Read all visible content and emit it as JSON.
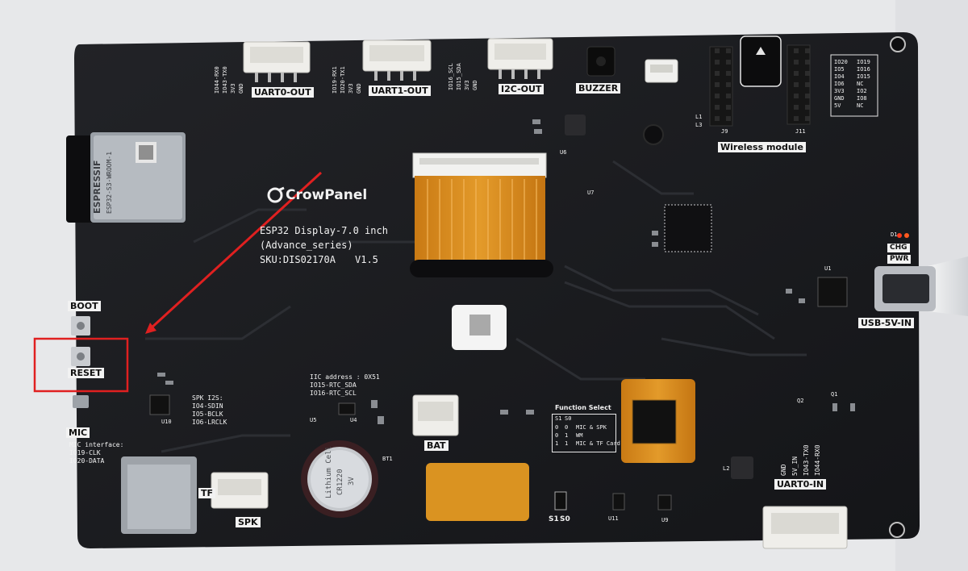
{
  "board": {
    "brand": "CrowPanel",
    "model_line": "ESP32 Display-7.0 inch",
    "series_line": "(Advance_series)",
    "sku_line": "SKU:DIS02170A",
    "version": "V1.5",
    "module_brand": "ESPRESSIF",
    "module_name": "ESP32-S3-WROOM-1"
  },
  "connectors": {
    "uart0_out": "UART0-OUT",
    "uart1_out": "UART1-OUT",
    "i2c_out": "I2C-OUT",
    "buzzer": "BUZZER",
    "wireless": "Wireless module",
    "usb": "USB-5V-IN",
    "bat": "BAT",
    "spk": "SPK",
    "tf": "TF",
    "uart0_in": "UART0-IN",
    "mic": "MIC",
    "boot": "BOOT",
    "reset": "RESET",
    "chg": "CHG",
    "pwr": "PWR"
  },
  "pin_labels": {
    "uart0_out_pins": [
      "IO44-RX0",
      "IO43-TX0",
      "3V3",
      "GND"
    ],
    "uart1_out_pins": [
      "IO19-RX1",
      "IO20-TX1",
      "3V3",
      "GND"
    ],
    "i2c_out_pins": [
      "IO16_SCL",
      "IO15_SDA",
      "3V3",
      "GND"
    ],
    "uart0_in_pins": [
      "GND",
      "5V_IN",
      "IO43-TX0",
      "IO44-RX0"
    ],
    "wireless_left": [
      "IO20",
      "IO5",
      "IO4",
      "IO6",
      "3V3",
      "GND",
      "5V"
    ],
    "wireless_right": [
      "IO19",
      "IO16",
      "IO15",
      "NC",
      "IO2",
      "IO8",
      "NC"
    ]
  },
  "notes": {
    "iic": [
      "IIC address : 0X51",
      "IO15-RTC_SDA",
      "IO16-RTC_SCL"
    ],
    "i2s": [
      "SPK I2S:",
      "IO4-SDIN",
      "IO5-BCLK",
      "IO6-LRCLK"
    ],
    "mic_iface": [
      "MIC interface:",
      "IO19-CLK",
      "IO20-DATA"
    ]
  },
  "function_select": {
    "title": "Function Select",
    "headers": [
      "S1",
      "S0"
    ],
    "rows": [
      [
        "0",
        "0",
        "MIC & SPK"
      ],
      [
        "0",
        "1",
        "WM"
      ],
      [
        "1",
        "1",
        "MIC & TF Card"
      ]
    ]
  },
  "battery": {
    "line1": "Lithium Cell",
    "line2": "CR1220",
    "line3": "3V"
  },
  "switch_labels": [
    "S1",
    "S0"
  ],
  "refs": [
    "U1",
    "U4",
    "U5",
    "U6",
    "U7",
    "U9",
    "U10",
    "U11",
    "J9",
    "J11",
    "BT1",
    "D1",
    "Q1",
    "Q2",
    "L1",
    "L2",
    "L3"
  ],
  "colors": {
    "pcb": "#1b1c1f",
    "silk": "#e8e8e8",
    "flex": "#d48a1e",
    "led_red": "#ff3b1f",
    "marker_red": "#e02020"
  }
}
